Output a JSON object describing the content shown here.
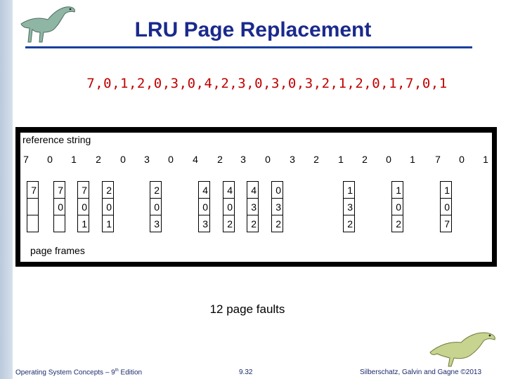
{
  "title": "LRU Page Replacement",
  "reference_sequence": "7,0,1,2,0,3,0,4,2,3,0,3,0,3,2,1,2,0,1,7,0,1",
  "diagram": {
    "reference_label": "reference string",
    "reference_numbers": [
      "7",
      "0",
      "1",
      "2",
      "0",
      "3",
      "0",
      "4",
      "2",
      "3",
      "0",
      "3",
      "2",
      "1",
      "2",
      "0",
      "1",
      "7",
      "0",
      "1"
    ],
    "frames_label": "page frames",
    "frame_columns": [
      [
        "7",
        "",
        ""
      ],
      [
        "7",
        "0",
        ""
      ],
      [
        "7",
        "0",
        "1"
      ],
      [
        "2",
        "0",
        "1"
      ],
      [
        "2",
        "0",
        "3"
      ],
      [
        "4",
        "0",
        "3"
      ],
      [
        "4",
        "0",
        "2"
      ],
      [
        "4",
        "3",
        "2"
      ],
      [
        "0",
        "3",
        "2"
      ],
      [
        "1",
        "3",
        "2"
      ],
      [
        "1",
        "0",
        "2"
      ],
      [
        "1",
        "0",
        "7"
      ]
    ]
  },
  "faults_text": "12 page faults",
  "footer": {
    "left": "Operating System Concepts – 9",
    "left_sup": "th",
    "left_tail": " Edition",
    "center": "9.32",
    "right": "Silberschatz, Galvin and Gagne ©2013"
  }
}
